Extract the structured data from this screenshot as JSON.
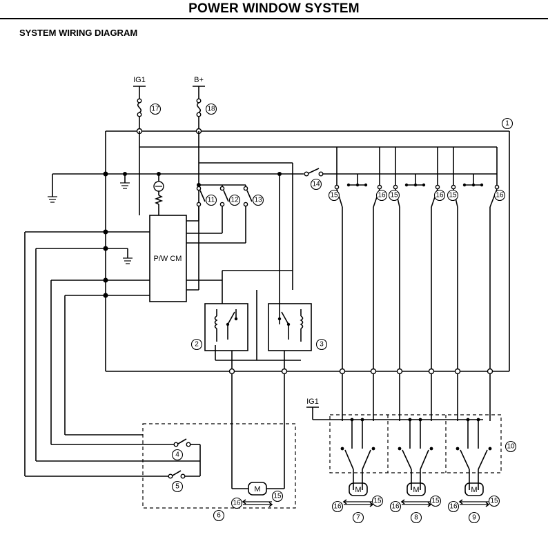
{
  "header": {
    "title": "POWER WINDOW SYSTEM",
    "section": "SYSTEM WIRING DIAGRAM"
  },
  "power_sources": {
    "ig1": "IG1",
    "bplus": "B+",
    "ig1_secondary": "IG1"
  },
  "control_module": {
    "label": "P/W CM"
  },
  "motor_label": "M",
  "callouts": {
    "c1": "1",
    "c2": "2",
    "c3": "3",
    "c4": "4",
    "c5": "5",
    "c6": "6",
    "c7": "7",
    "c8": "8",
    "c9": "9",
    "c10": "10",
    "c11": "11",
    "c12": "12",
    "c13": "13",
    "c14": "14",
    "c15": "15",
    "c16": "16",
    "c17": "17",
    "c18": "18"
  },
  "colors": {
    "line": "#000000",
    "background": "#ffffff"
  }
}
